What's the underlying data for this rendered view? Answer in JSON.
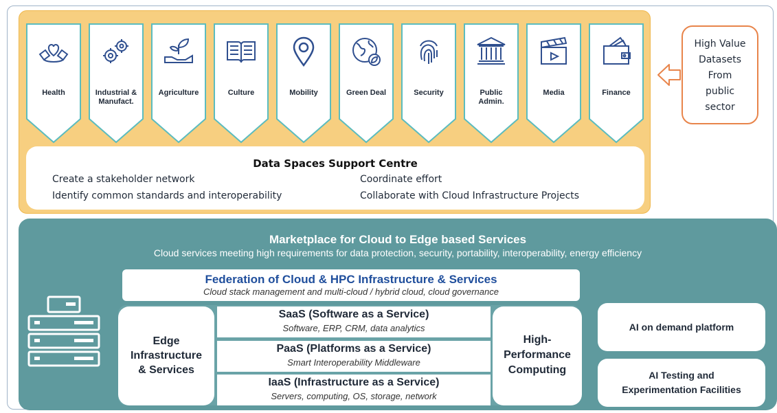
{
  "sectors": [
    {
      "label": "Health",
      "icon": "heart-hands-icon"
    },
    {
      "label": "Industrial &\nManufact.",
      "icon": "gears-icon"
    },
    {
      "label": "Agriculture",
      "icon": "plant-hand-icon"
    },
    {
      "label": "Culture",
      "icon": "book-icon"
    },
    {
      "label": "Mobility",
      "icon": "map-pin-icon"
    },
    {
      "label": "Green Deal",
      "icon": "globe-leaf-icon"
    },
    {
      "label": "Security",
      "icon": "fingerprint-icon"
    },
    {
      "label": "Public\nAdmin.",
      "icon": "government-building-icon"
    },
    {
      "label": "Media",
      "icon": "clapperboard-icon"
    },
    {
      "label": "Finance",
      "icon": "wallet-icon"
    }
  ],
  "support_centre": {
    "title": "Data Spaces Support Centre",
    "items": [
      "Create a stakeholder network",
      "Identify common standards and interoperability",
      "Coordinate effort",
      "Collaborate with Cloud Infrastructure Projects"
    ]
  },
  "callout": {
    "text": "High Value\nDatasets\nFrom\npublic\nsector"
  },
  "marketplace": {
    "title": "Marketplace for Cloud to Edge based Services",
    "subtitle": "Cloud services meeting high requirements for data protection, security, portability, interoperability, energy efficiency"
  },
  "federation": {
    "title": "Federation of Cloud & HPC Infrastructure & Services",
    "subtitle": "Cloud stack management and multi-cloud / hybrid cloud, cloud governance"
  },
  "edge": {
    "label": "Edge\nInfrastructure\n& Services"
  },
  "hpc": {
    "label": "High-\nPerformance\nComputing"
  },
  "layers": [
    {
      "title": "SaaS (Software as a Service)",
      "subtitle": "Software, ERP, CRM, data analytics"
    },
    {
      "title": "PaaS (Platforms as a Service)",
      "subtitle": "Smart Interoperability Middleware"
    },
    {
      "title": "IaaS (Infrastructure as a Service)",
      "subtitle": "Servers, computing, OS, storage, network"
    }
  ],
  "side_boxes": [
    {
      "label": "AI on demand platform"
    },
    {
      "label": "AI Testing and\nExperimentation Facilities"
    }
  ],
  "colors": {
    "top_panel": "#f7cf80",
    "banner_border": "#5bbcbf",
    "icon_stroke": "#2f4f8f",
    "bottom_panel": "#5f9a9e",
    "callout_border": "#e8844a",
    "federation_title": "#1f4e9c"
  }
}
